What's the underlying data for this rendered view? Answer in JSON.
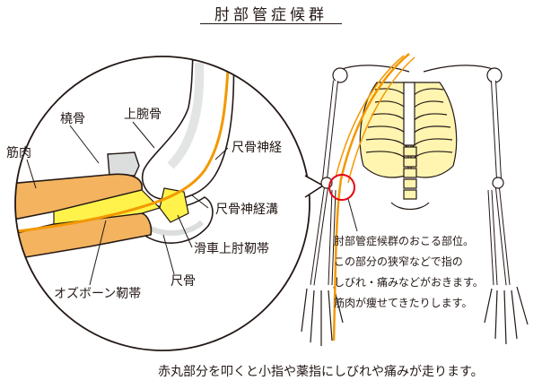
{
  "title": "肘部管症候群",
  "labels": {
    "radius": "橈骨",
    "humerus": "上腕骨",
    "muscle": "筋肉",
    "ulnar_nerve": "尺骨神経",
    "ulnar_nerve_groove": "尺骨神経溝",
    "ligament": "滑車上肘靭帯",
    "ulna": "尺骨",
    "osborne_ligament": "オズボーン靭帯"
  },
  "note_lines": [
    "肘部管症候群のおこる部位。",
    "この部分の狭窄などで指の",
    "しびれ・痛みなどがおきます。",
    "筋肉が痩せてきたりします。"
  ],
  "footer": "赤丸部分を叩くと小指や薬指にしびれや痛みが走ります。",
  "colors": {
    "line": "#231815",
    "nerve": "#f39800",
    "muscle": "#f3b35f",
    "highlight": "#fff24a",
    "rib_yellow": "#fff4b0",
    "bone_fill": "#ffffff",
    "bone_shadow": "#dcdddd",
    "marker": "#e60012"
  }
}
